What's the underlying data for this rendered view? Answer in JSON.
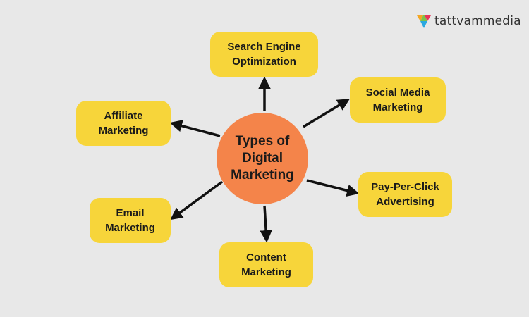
{
  "brand": {
    "logo_text": "tattvammedia",
    "logo_colors": [
      "#f4a623",
      "#e8345a",
      "#2aa8e0",
      "#7cc14a"
    ]
  },
  "center": {
    "label": "Types of Digital Marketing",
    "color": "#f4844a"
  },
  "nodes": [
    {
      "id": "seo",
      "label": "Search Engine Optimization"
    },
    {
      "id": "smm",
      "label": "Social Media Marketing"
    },
    {
      "id": "affiliate",
      "label": "Affiliate Marketing"
    },
    {
      "id": "ppc",
      "label": "Pay-Per-Click Advertising"
    },
    {
      "id": "email",
      "label": "Email Marketing"
    },
    {
      "id": "content",
      "label": "Content Marketing"
    }
  ],
  "colors": {
    "background": "#e8e8e8",
    "node_fill": "#f7d53a",
    "arrow": "#111111"
  }
}
